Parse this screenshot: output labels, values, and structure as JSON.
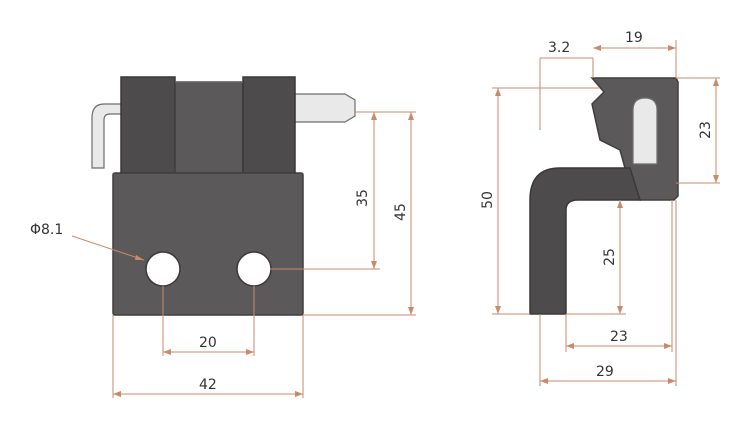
{
  "dimensions": {
    "hole_diameter": "Φ8.1",
    "hole_spacing": "20",
    "overall_width": "42",
    "pin_height": "35",
    "overall_height_front": "45",
    "offset": "3.2",
    "top_width": "19",
    "slot_height": "23",
    "side_height": "50",
    "lower_height": "25",
    "base_inner_width": "23",
    "base_outer_width": "29"
  },
  "colors": {
    "dimension_line": "#c98a6a",
    "part_body": "#5b5959",
    "pin": "#e9e9e9"
  }
}
